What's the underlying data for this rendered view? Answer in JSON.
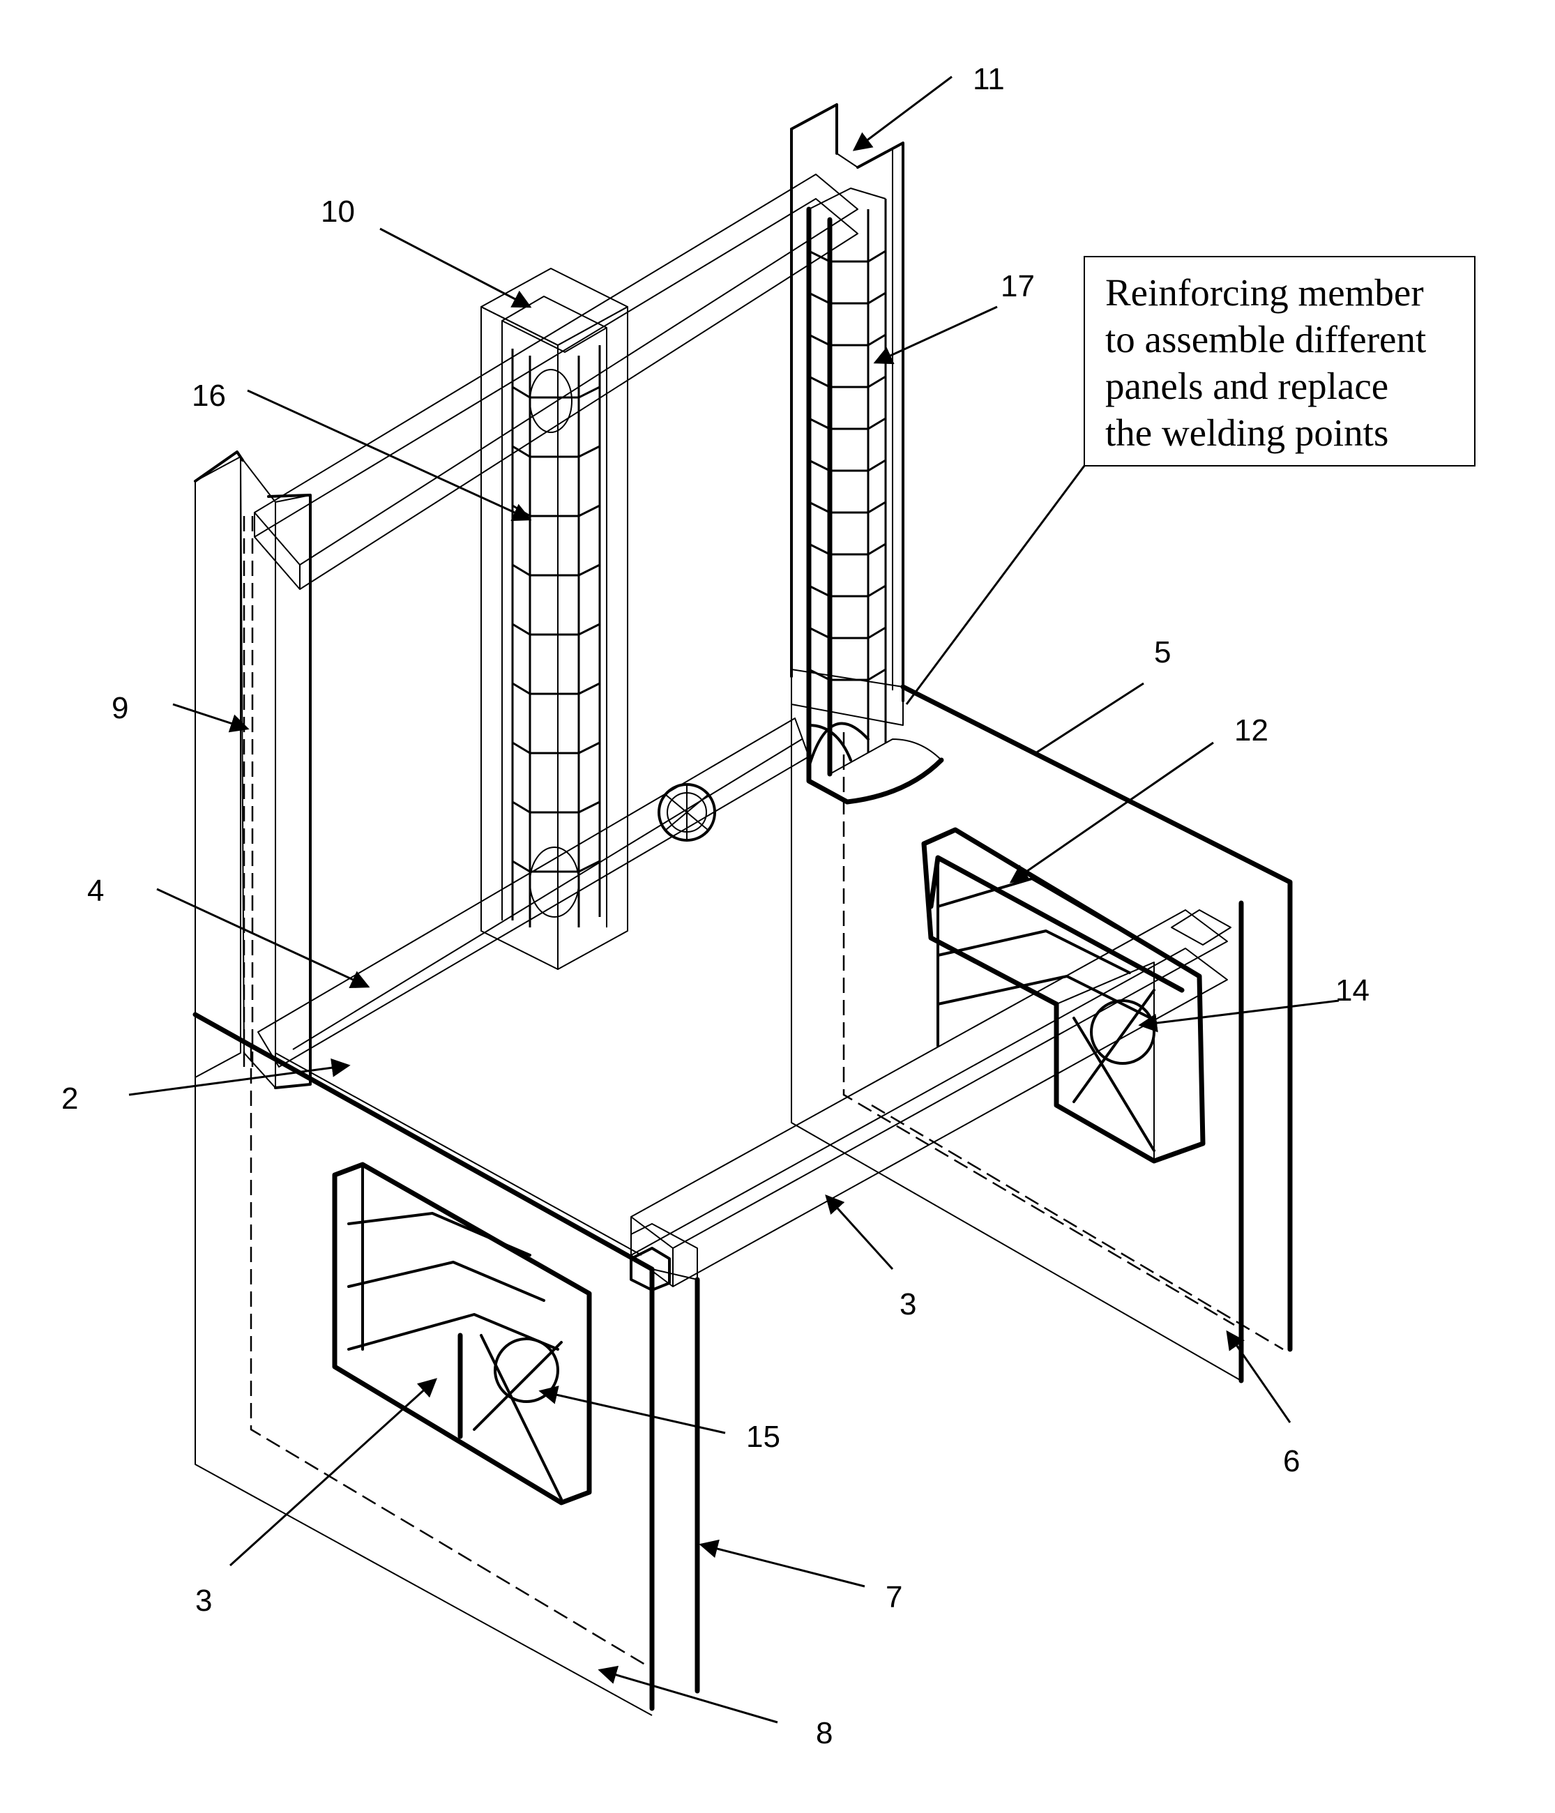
{
  "callout": {
    "lines": [
      "Reinforcing member",
      "to assemble different",
      "panels and replace",
      "the welding points"
    ]
  },
  "labels": {
    "n2": "2",
    "n3a": "3",
    "n3b": "3",
    "n4": "4",
    "n5": "5",
    "n6": "6",
    "n7": "7",
    "n8": "8",
    "n9": "9",
    "n10": "10",
    "n11": "11",
    "n12": "12",
    "n14": "14",
    "n15": "15",
    "n16": "16",
    "n17": "17"
  }
}
